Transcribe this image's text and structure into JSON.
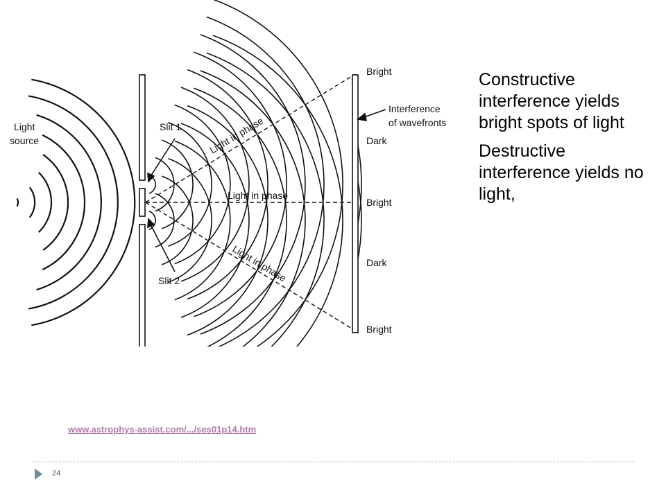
{
  "diagram": {
    "labels": {
      "light_source_line1": "Light",
      "light_source_line2": "source",
      "slit1": "Slit 1",
      "slit2": "Slit 2",
      "light_in_phase_top": "Light in phase",
      "light_in_phase_mid": "Light in phase",
      "light_in_phase_bottom": "Light in phase",
      "interference_line1": "Interference",
      "interference_line2": "of wavefronts",
      "screen_bands": [
        "Bright",
        "Dark",
        "Bright",
        "Dark",
        "Bright"
      ]
    }
  },
  "bullets": [
    "Constructive interference yields bright spots of light",
    "Destructive interference yields no light,"
  ],
  "source_link": "www.astrophys-assist.com/.../ses01p14.htm",
  "page_number": "24",
  "colors": {
    "link": "#b07aa8",
    "footer_arrow": "#6f8a98",
    "ink": "#111111"
  }
}
